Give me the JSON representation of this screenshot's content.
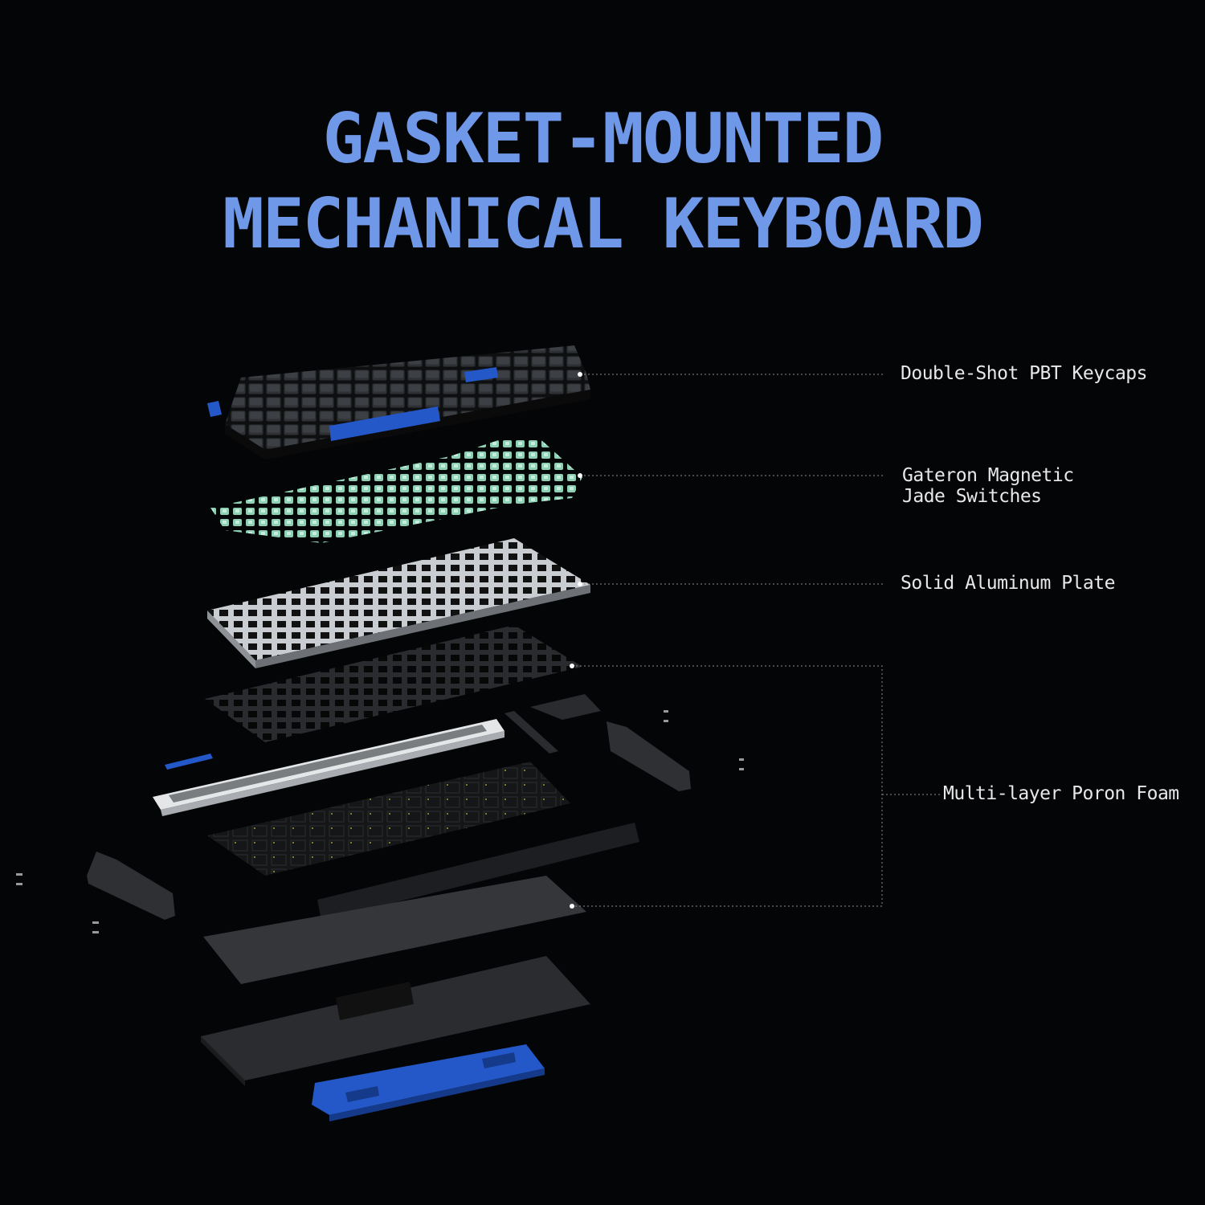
{
  "title": {
    "line1": "GASKET-MOUNTED",
    "line2": "MECHANICAL KEYBOARD"
  },
  "callouts": [
    {
      "lines": [
        "Double-Shot PBT Keycaps"
      ]
    },
    {
      "lines": [
        "Gateron Magnetic",
        "Jade Switches"
      ]
    },
    {
      "lines": [
        "Solid Aluminum Plate"
      ]
    },
    {
      "lines": [
        "Multi-layer Poron Foam"
      ]
    }
  ],
  "colors": {
    "background": "#040507",
    "title": "#6f98e8",
    "accent_blue": "#2458c8",
    "switch_green": "#8fd0b4",
    "plate_silver": "#c9ccd0",
    "label_text": "#e8e8e8"
  }
}
